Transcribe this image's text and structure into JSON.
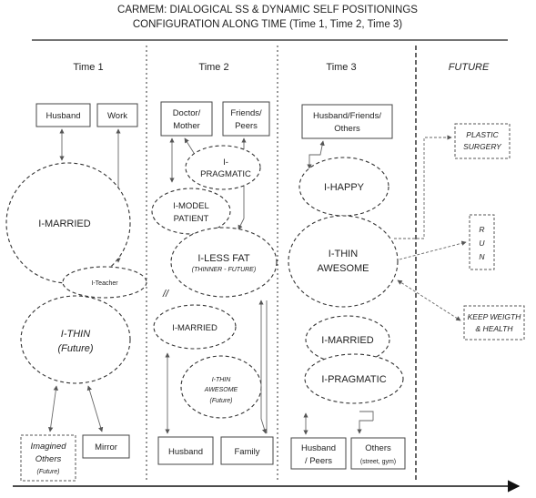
{
  "title": {
    "line1": "CARMEM: DIALOGICAL SS & DYNAMIC SELF POSITIONINGS",
    "line2": "CONFIGURATION ALONG TIME (Time 1, Time 2, Time 3)"
  },
  "columns": {
    "time1": "Time 1",
    "time2": "Time 2",
    "time3": "Time 3",
    "future": "FUTURE"
  },
  "time1": {
    "husband": "Husband",
    "work": "Work",
    "i_married": "I-MARRIED",
    "i_teacher": "I-Teacher",
    "i_thin": "I-THIN",
    "i_thin_future": "(Future)",
    "imagined_l1": "Imagined",
    "imagined_l2": "Others",
    "imagined_l3": "(Future)",
    "mirror": "Mirror"
  },
  "time2": {
    "doctor_l1": "Doctor/",
    "doctor_l2": "Mother",
    "friends_l1": "Friends/",
    "friends_l2": "Peers",
    "pragmatic_l1": "I-",
    "pragmatic_l2": "PRAGMATIC",
    "model_l1": "I-MODEL",
    "model_l2": "PATIENT",
    "less_fat": "I-LESS FAT",
    "less_fat_sub": "(THINNER - FUTURE)",
    "slashes": "//",
    "married": "I-MARRIED",
    "thin_l1": "I-THIN",
    "thin_l2": "AWESOME",
    "thin_l3": "(Future)",
    "husband": "Husband",
    "family": "Family"
  },
  "time3": {
    "hfo_l1": "Husband/Friends/",
    "hfo_l2": "Others",
    "happy": "I-HAPPY",
    "thin_l1": "I-THIN",
    "thin_l2": "AWESOME",
    "married": "I-MARRIED",
    "pragmatic": "I-PRAGMATIC",
    "hp_l1": "Husband",
    "hp_l2": "/ Peers",
    "others_l1": "Others",
    "others_l2": "(street, gym)"
  },
  "future": {
    "plastic_l1": "PLASTIC",
    "plastic_l2": "SURGERY",
    "run_r": "R",
    "run_u": "U",
    "run_n": "N",
    "keep_l1": "KEEP WEIGTH",
    "keep_l2": "& HEALTH"
  }
}
